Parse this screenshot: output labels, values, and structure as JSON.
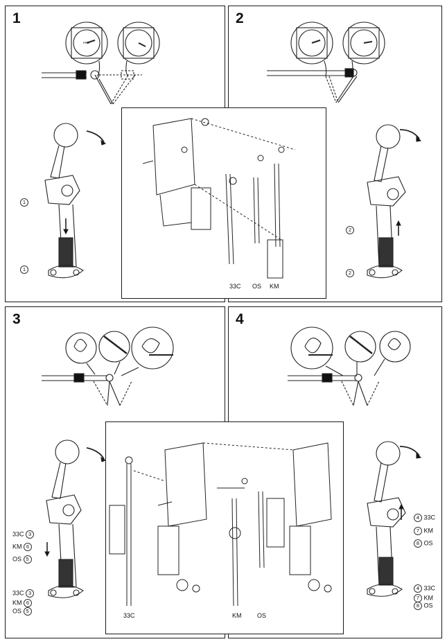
{
  "panels": [
    {
      "number": "1"
    },
    {
      "number": "2"
    },
    {
      "number": "3"
    },
    {
      "number": "4"
    }
  ],
  "step1": {
    "callout_top": "1",
    "callout_bottom": "1"
  },
  "step2": {
    "callout_top": "2",
    "callout_bottom": "2"
  },
  "step3": {
    "labels": [
      {
        "text": "33C",
        "num": "3"
      },
      {
        "text": "KM",
        "num": "6"
      },
      {
        "text": "OS",
        "num": "5"
      },
      {
        "text": "33C",
        "num": "3"
      },
      {
        "text": "KM",
        "num": "6"
      },
      {
        "text": "OS",
        "num": "5"
      }
    ]
  },
  "step4": {
    "labels": [
      {
        "text": "33C",
        "num": "4"
      },
      {
        "text": "KM",
        "num": "7"
      },
      {
        "text": "OS",
        "num": "8"
      },
      {
        "text": "33C",
        "num": "4"
      },
      {
        "text": "KM",
        "num": "7"
      },
      {
        "text": "OS",
        "num": "8"
      }
    ]
  },
  "inset1": {
    "cable_labels": [
      "33C",
      "OS",
      "KM"
    ]
  },
  "inset2": {
    "cable_labels": [
      "33C",
      "KM",
      "OS"
    ]
  },
  "gauges": {
    "dial_text": "RPM"
  }
}
